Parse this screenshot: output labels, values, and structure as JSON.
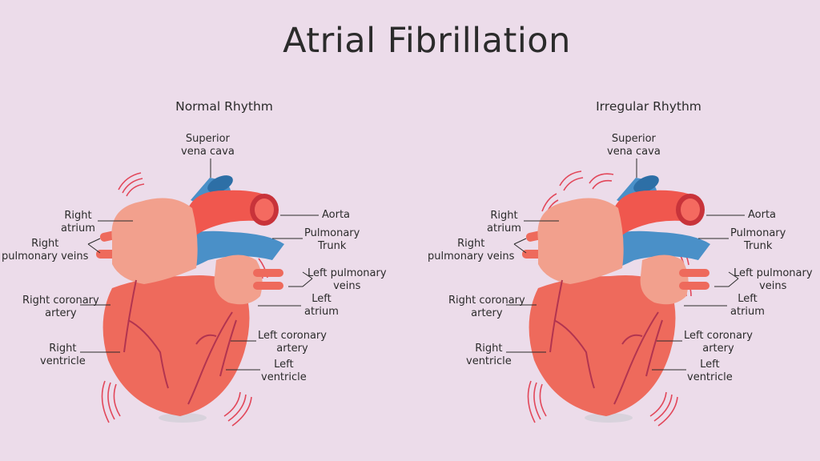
{
  "title": "Atrial Fibrillation",
  "panels": [
    {
      "subtitle": "Normal Rhythm",
      "labels": {
        "svc": "Superior\nvena cava",
        "aorta": "Aorta",
        "pulm_trunk": "Pulmonary\nTrunk",
        "right_atrium": "Right\natrium",
        "right_pulm_veins": "Right\npulmonary veins",
        "left_pulm_veins": "Left pulmonary\nveins",
        "left_atrium": "Left\natrium",
        "right_coronary": "Right coronary\nartery",
        "left_coronary": "Left coronary\nartery",
        "right_ventricle": "Right\nventricle",
        "left_ventricle": "Left\nventricle"
      }
    },
    {
      "subtitle": "Irregular Rhythm",
      "labels": {
        "svc": "Superior\nvena cava",
        "aorta": "Aorta",
        "pulm_trunk": "Pulmonary\nTrunk",
        "right_atrium": "Right\natrium",
        "right_pulm_veins": "Right\npulmonary veins",
        "left_pulm_veins": "Left pulmonary\nveins",
        "left_atrium": "Left\natrium",
        "right_coronary": "Right coronary\nartery",
        "left_coronary": "Left coronary\nartery",
        "right_ventricle": "Right\nventricle",
        "left_ventricle": "Left\nventricle"
      }
    }
  ],
  "colors": {
    "background": "#ecdcea",
    "ventricle": "#ee6a5c",
    "atrium": "#f2a08d",
    "aorta": "#f0574e",
    "vein_blue": "#4a90c8",
    "vibration": "#e2475a"
  }
}
